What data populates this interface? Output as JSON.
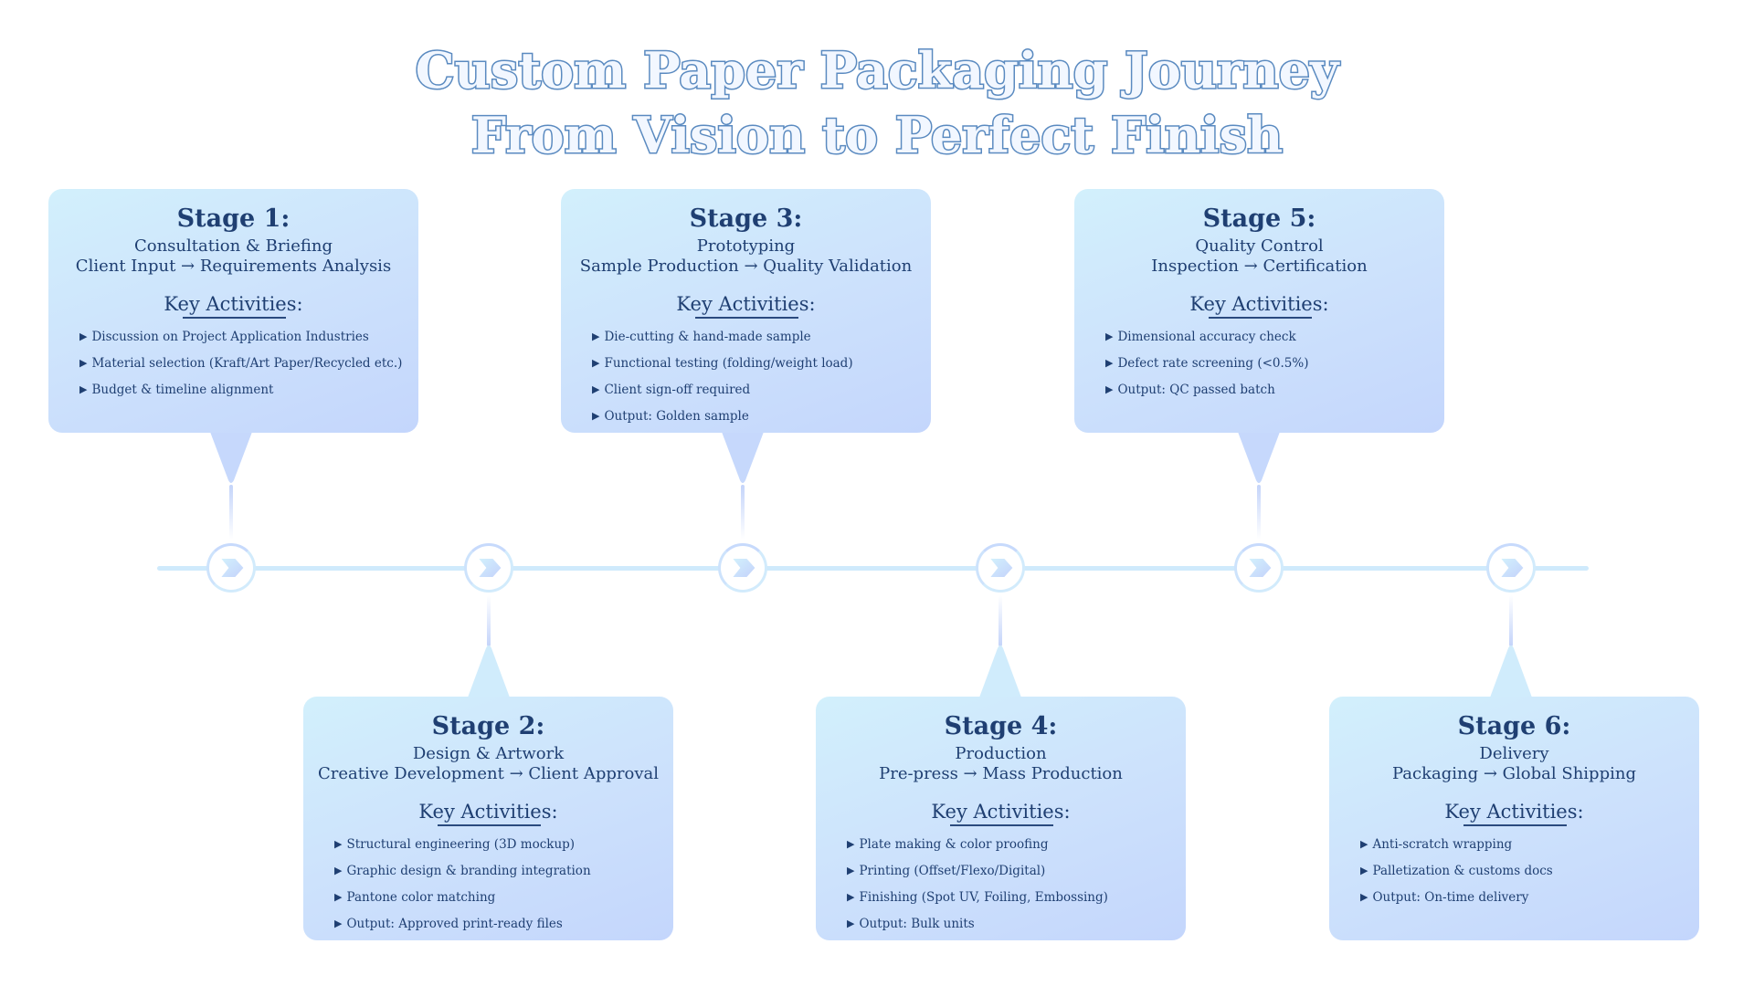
{
  "title": {
    "line1": "Custom Paper Packaging Journey",
    "line2": "From Vision to Perfect Finish"
  },
  "colors": {
    "title_stroke": "#5a8ac0",
    "title_fill": "#f2f7ff",
    "text": "#1f3f72",
    "card_gradient_start": "#d2f0fc",
    "card_gradient_end": "#c4d6fc",
    "timeline": "#cfeafc"
  },
  "bullet_glyph": "▶",
  "key_activities_label": "Key Activities:",
  "stages": [
    {
      "title": "Stage 1:",
      "name": "Consultation & Briefing",
      "flow": "Client Input → Requirements Analysis",
      "position": "above",
      "activities": [
        "Discussion on Project Application Industries",
        "Material selection (Kraft/Art Paper/Recycled etc.)",
        "Budget & timeline alignment"
      ]
    },
    {
      "title": "Stage 2:",
      "name": "Design & Artwork",
      "flow": "Creative Development → Client Approval",
      "position": "below",
      "activities": [
        "Structural engineering (3D mockup)",
        "Graphic design & branding integration",
        "Pantone color matching",
        "Output: Approved print-ready files"
      ]
    },
    {
      "title": "Stage 3:",
      "name": "Prototyping",
      "flow": "Sample Production → Quality Validation",
      "position": "above",
      "activities": [
        "Die-cutting & hand-made sample",
        "Functional testing (folding/weight load)",
        "Client sign-off required",
        "Output: Golden sample"
      ]
    },
    {
      "title": "Stage 4:",
      "name": "Production",
      "flow": "Pre-press → Mass Production",
      "position": "below",
      "activities": [
        "Plate making & color proofing",
        "Printing (Offset/Flexo/Digital)",
        "Finishing (Spot UV, Foiling, Embossing)",
        "Output: Bulk units"
      ]
    },
    {
      "title": "Stage 5:",
      "name": "Quality Control",
      "flow": "Inspection → Certification",
      "position": "above",
      "activities": [
        "Dimensional accuracy check",
        "Defect rate screening (<0.5%)",
        "Output: QC passed batch"
      ]
    },
    {
      "title": "Stage 6:",
      "name": "Delivery",
      "flow": "Packaging → Global Shipping",
      "position": "below",
      "activities": [
        "Anti-scratch wrapping",
        "Palletization & customs docs",
        "Output: On-time delivery"
      ]
    }
  ]
}
